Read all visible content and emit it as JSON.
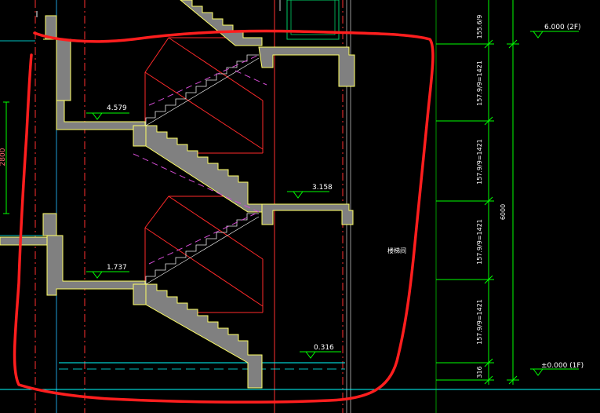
{
  "drawing": {
    "elevations": {
      "floor_2": "6.000 (2F)",
      "landing_upper": "4.579",
      "landing_mid": "3.158",
      "landing_lower": "1.737",
      "landing_base": "0.316",
      "floor_1": "±0.000 (1F)"
    },
    "dimensions": {
      "top_partial": "155.6/9",
      "flight_1": "157.9/9=1421",
      "flight_2": "157.9/9=1421",
      "flight_3": "157.9/9=1421",
      "flight_4": "157.9/9=1421",
      "base": "316",
      "total": "6000",
      "left_vertical": "2800"
    },
    "room_label": "楼梯间",
    "colors": {
      "background": "#000000",
      "wall_fill": "#808080",
      "outline": "#ffff66",
      "markup": "#ff1e1e",
      "dim": "#00ff00",
      "axis": "#ff3030",
      "magenta": "#d24bd2",
      "cyan": "#00ffff",
      "white": "#ffffff"
    }
  }
}
